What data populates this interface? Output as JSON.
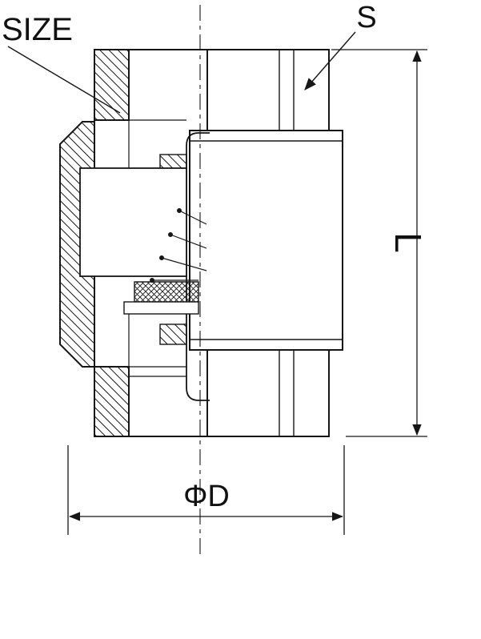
{
  "drawing": {
    "labels": {
      "size": "SIZE",
      "s": "S",
      "length": "L",
      "diameter": "ΦD"
    },
    "colors": {
      "line": "#161616",
      "background": "#ffffff"
    }
  }
}
